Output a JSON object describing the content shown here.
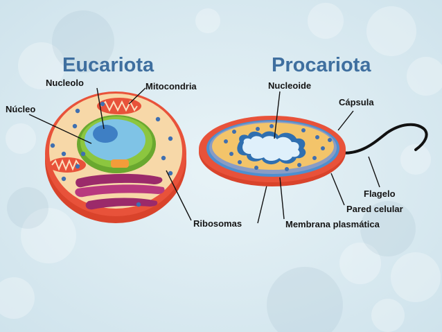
{
  "eukaryote": {
    "title": "Eucariota",
    "labels": {
      "nucleolus": "Nucleolo",
      "mitochondria": "Mitocondria",
      "nucleus": "Núcleo",
      "ribosomes": "Ribosomas"
    }
  },
  "prokaryote": {
    "title": "Procariota",
    "labels": {
      "nucleoid": "Nucleoide",
      "capsule": "Cápsula",
      "flagellum": "Flagelo",
      "cell_wall": "Pared celular",
      "plasma_membrane": "Membrana plasmática"
    }
  },
  "colors": {
    "title": "#3f6f9f",
    "background": "#dcebf1",
    "eukaryote_outer": "#e8523a",
    "eukaryote_cytoplasm": "#f7d8a8",
    "nucleus": "#8cc63f",
    "nucleolus": "#4f8fcf",
    "mitochondria": "#e8523a",
    "er": "#9b2a6a",
    "prokaryote_capsule": "#e8523a",
    "prokaryote_wall": "#4f8fcf",
    "prokaryote_cytoplasm": "#f3c46a",
    "nucleoid": "#dff0fb",
    "ribosome": "#3f6fb0",
    "flagellum": "#111111"
  }
}
